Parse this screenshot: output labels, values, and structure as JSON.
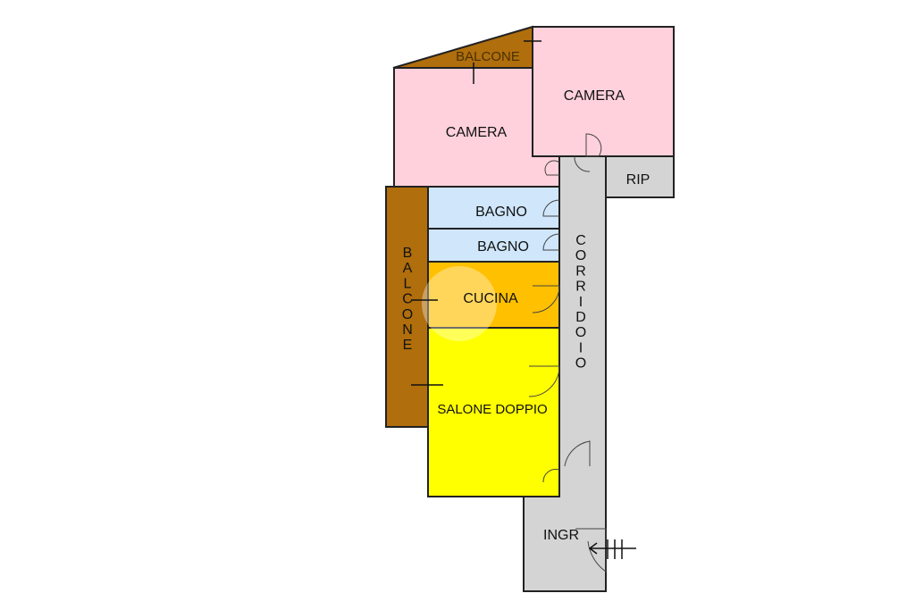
{
  "rooms": {
    "camera_left": "CAMERA",
    "camera_right": "CAMERA",
    "balcone_top": "BALCONE",
    "rip": "RIP",
    "bagno_1": "BAGNO",
    "bagno_2": "BAGNO",
    "cucina": "CUCINA",
    "salone": "SALONE DOPPIO",
    "ingr": "INGR",
    "corridoio": "CORRIDOIO",
    "balcone_side": "BALCONE"
  },
  "colors": {
    "camera": "#ffd1dc",
    "balcone": "#b06e0c",
    "bagno": "#cfe6fb",
    "cucina": "#ffc000",
    "salone": "#ffff00",
    "corridoio": "#d4d4d4"
  }
}
